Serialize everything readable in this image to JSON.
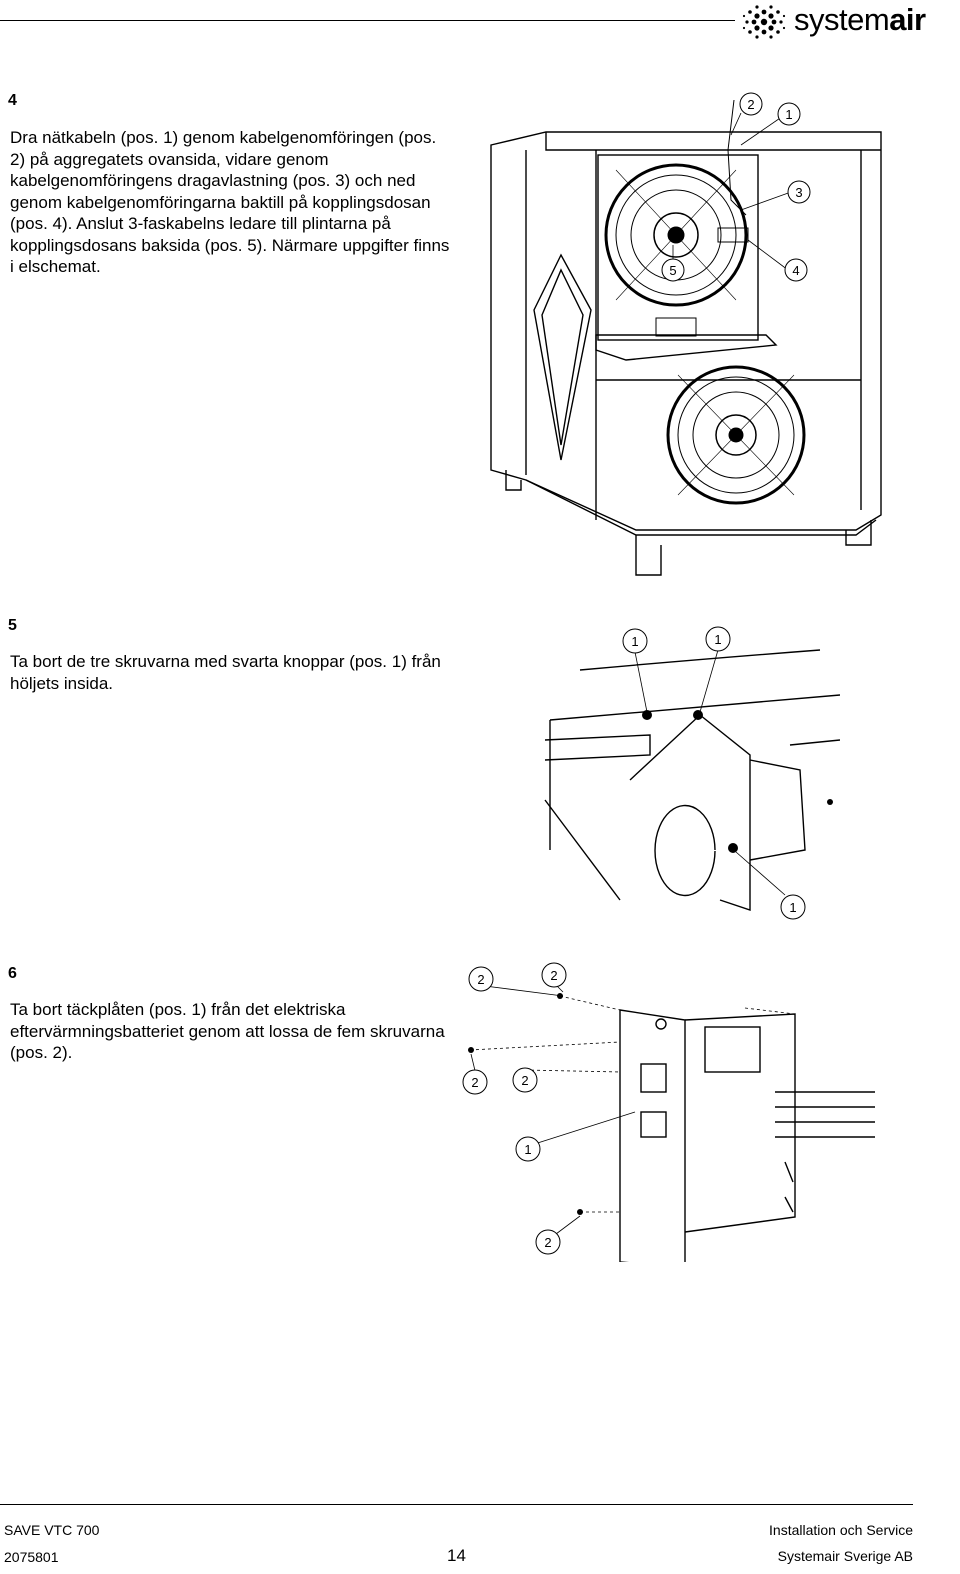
{
  "header": {
    "brand": {
      "prefix": "system",
      "suffix": "air"
    }
  },
  "steps": [
    {
      "number": "4",
      "text": "Dra nätkabeln (pos. 1) genom kabelgenomföringen (pos. 2) på aggregatets ovansida, vidare genom kabelgenomföringens dragavlastning (pos. 3) och ned genom kabelgenomföringarna baktill på kopplingsdosan (pos. 4). Anslut 3-faskabelns ledare till plintarna på kopplingsdosans baksida (pos. 5). Närmare uppgifter finns i elschemat.",
      "callouts": [
        "2",
        "1",
        "3",
        "5",
        "4"
      ]
    },
    {
      "number": "5",
      "text": "Ta bort de tre skruvarna med svarta knoppar (pos. 1) från höljets insida.",
      "callouts": [
        "1",
        "1",
        "1"
      ]
    },
    {
      "number": "6",
      "text": "Ta bort täckplåten (pos. 1) från det elektriska eftervärmningsbatteriet genom att lossa de fem skruvarna (pos. 2).",
      "callouts": [
        "2",
        "2",
        "2",
        "2",
        "1",
        "2"
      ]
    }
  ],
  "footer": {
    "product": "SAVE VTC 700",
    "doc_number": "2075801",
    "page_number": "14",
    "section": "Installation och Service",
    "company": "Systemair Sverige AB"
  }
}
